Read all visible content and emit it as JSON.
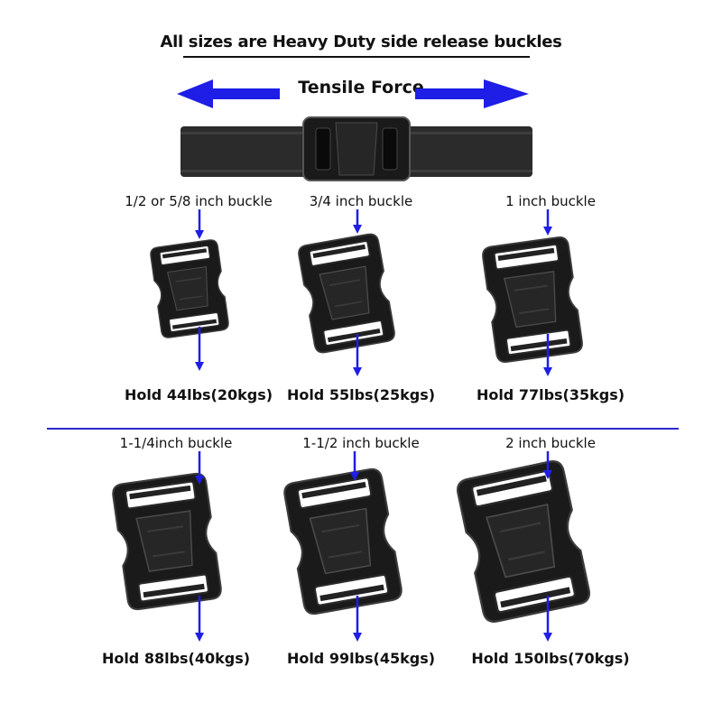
{
  "title": "All sizes are Heavy Duty side release buckles",
  "force_label": "Tensile Force",
  "colors": {
    "arrow": "#1e1ee6",
    "divider": "#2a2ad0",
    "buckle": "#1a1a1a",
    "strap": "#2b2b2b"
  },
  "buckles": [
    {
      "size": "1/2 or 5/8 inch buckle",
      "hold": "Hold 44lbs(20kgs)"
    },
    {
      "size": "3/4 inch buckle",
      "hold": "Hold 55lbs(25kgs)"
    },
    {
      "size": "1 inch buckle",
      "hold": "Hold 77lbs(35kgs)"
    },
    {
      "size": "1-1/4inch buckle",
      "hold": "Hold 88lbs(40kgs)"
    },
    {
      "size": "1-1/2 inch buckle",
      "hold": "Hold 99lbs(45kgs)"
    },
    {
      "size": "2 inch buckle",
      "hold": "Hold 150lbs(70kgs)"
    }
  ]
}
